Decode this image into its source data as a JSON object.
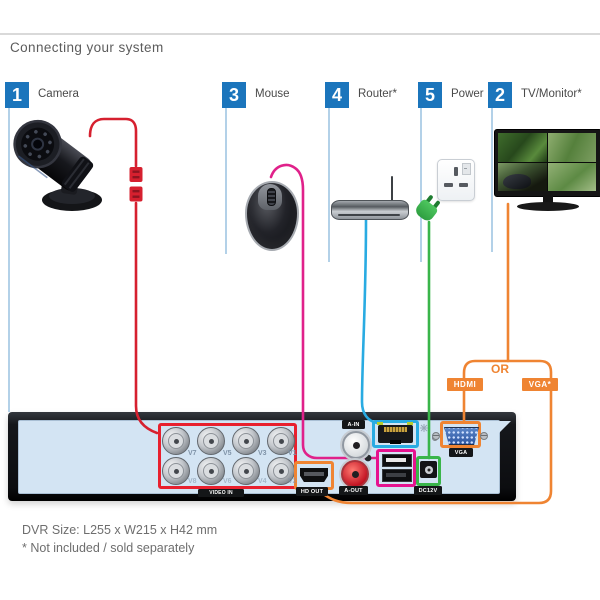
{
  "header": {
    "title": "Connecting your system"
  },
  "steps": [
    {
      "num": "1",
      "label": "Camera"
    },
    {
      "num": "3",
      "label": "Mouse"
    },
    {
      "num": "4",
      "label": "Router*"
    },
    {
      "num": "5",
      "label": "Power"
    },
    {
      "num": "2",
      "label": "TV/Monitor*"
    }
  ],
  "conn": {
    "or": "OR",
    "hdmi": "HDMI",
    "vga": "VGA*"
  },
  "dvr": {
    "video_in": "VIDEO IN",
    "bnc_top": [
      "V7",
      "V5",
      "V3",
      "V1"
    ],
    "bnc_bottom": [
      "V8",
      "V6",
      "V4",
      "V2"
    ],
    "a_in": "A-IN",
    "a_out": "A-OUT",
    "dc": "DC12V",
    "vga": "VGA",
    "hd_out": "HD OUT"
  },
  "footer": {
    "size": "DVR Size: L255 x W215 x H42 mm",
    "note": "* Not included / sold separately"
  },
  "colors": {
    "step_badge": "#1b75bc",
    "leader": "#b3d1e8",
    "camera_cable": "#d6202f",
    "mouse_cable": "#e0218a",
    "router_cable": "#29abe2",
    "power_cable": "#39b54a",
    "monitor_cable": "#ef8432"
  }
}
